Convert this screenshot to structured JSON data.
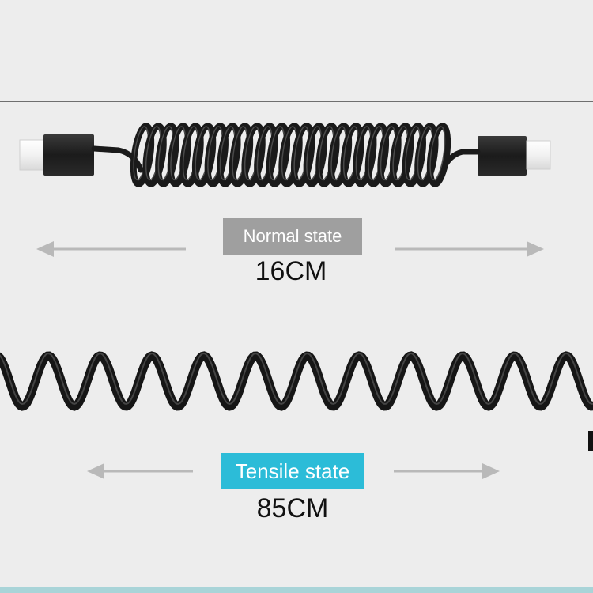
{
  "normal": {
    "label": "Normal state",
    "length": "16CM"
  },
  "tensile": {
    "label": "Tensile state",
    "length": "85CM"
  },
  "colors": {
    "background": "#ededed",
    "cable": "#1a1a1a",
    "normal_badge": "#9f9f9f",
    "tensile_badge": "#2cbcd8",
    "arrow": "#b9b9b9"
  }
}
